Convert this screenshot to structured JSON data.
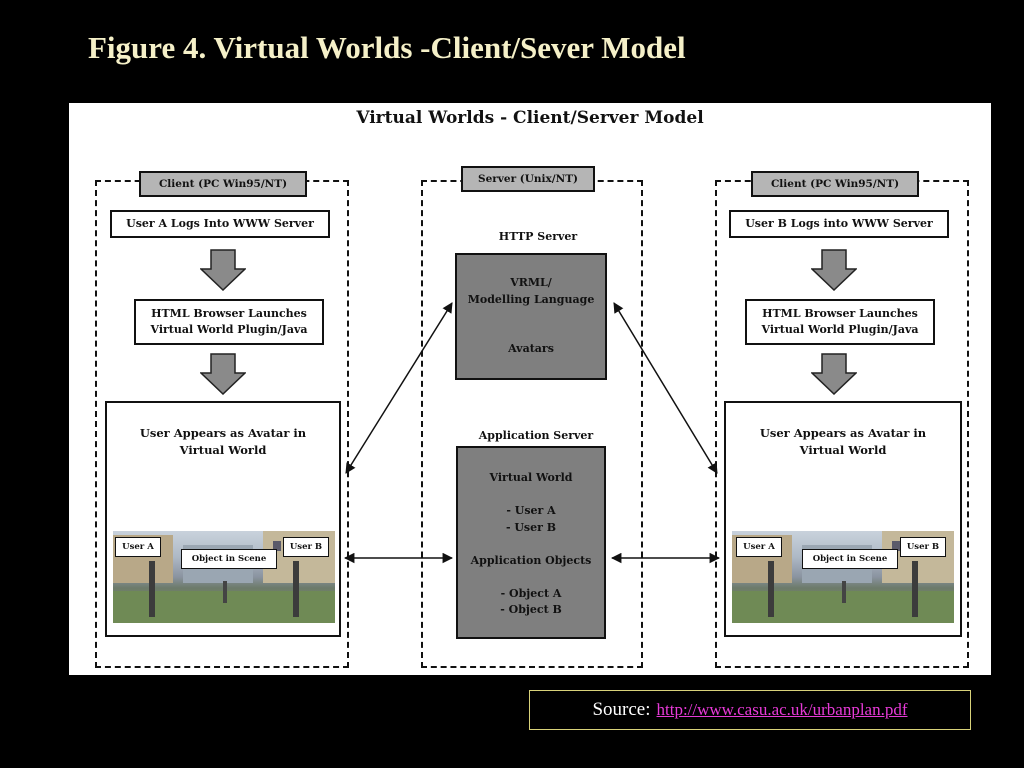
{
  "slide": {
    "title": "Figure 4.  Virtual Worlds -Client/Sever Model",
    "source_label": "Source:",
    "source_link": "http://www.casu.ac.uk/urbanplan.pdf"
  },
  "figure": {
    "title": "Virtual Worlds - Client/Server Model",
    "client_a": {
      "tag": "Client  (PC Win95/NT)",
      "step1": "User A Logs Into WWW Server",
      "step2": "HTML Browser Launches\nVirtual World Plugin/Java",
      "panel_text": "User Appears as Avatar in\nVirtual World",
      "scene_labels": [
        "User A",
        "Object in Scene",
        "User B"
      ]
    },
    "server": {
      "tag": "Server (Unix/NT)",
      "http_label": "HTTP Server",
      "http_box": "VRML/\nModelling Language\n\n\nAvatars",
      "app_label": "Application Server",
      "app_box": "Virtual World\n\n- User A\n- User B\n\nApplication Objects\n\n- Object A\n- Object B"
    },
    "client_b": {
      "tag": "Client  (PC Win95/NT)",
      "step1": "User B Logs into WWW Server",
      "step2": "HTML Browser Launches\nVirtual World Plugin/Java",
      "panel_text": "User Appears as Avatar in\nVirtual World",
      "scene_labels": [
        "User A",
        "Object in Scene",
        "User B"
      ]
    },
    "colors": {
      "server_box": "#7f7f7f",
      "tag_fill": "#b5b5b5",
      "arrow_fill": "#8a8a8a"
    }
  }
}
